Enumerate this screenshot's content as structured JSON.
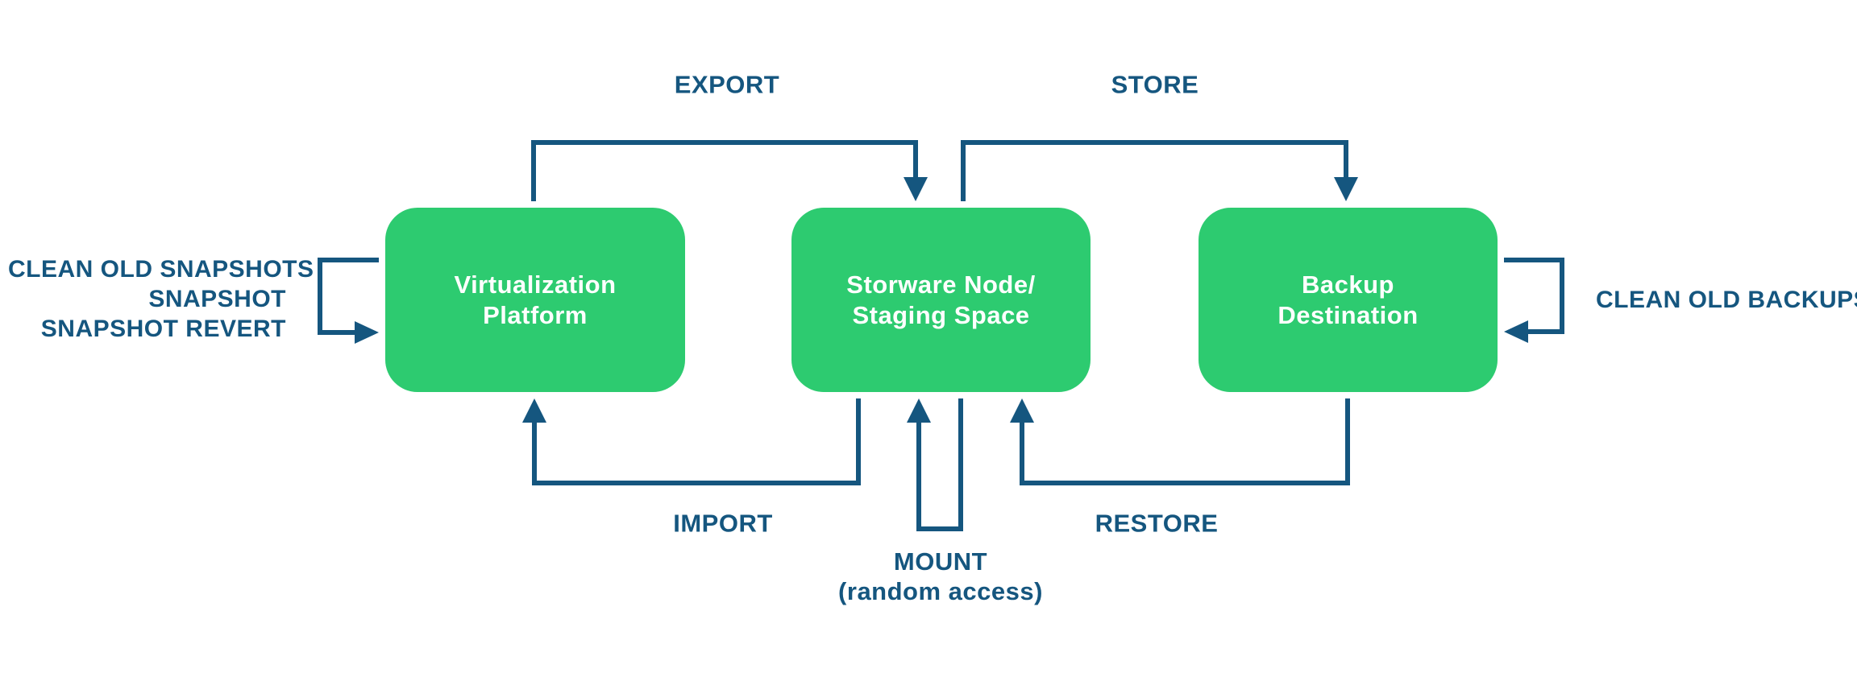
{
  "diagram": {
    "colors": {
      "node_fill": "#2dcb70",
      "node_text": "#ffffff",
      "line": "#15567f",
      "label_text": "#15567f",
      "background": "#ffffff"
    },
    "nodes": [
      {
        "id": "virtualization-platform",
        "line1": "Virtualization",
        "line2": "Platform"
      },
      {
        "id": "storware-node-staging-space",
        "line1": "Storware Node/",
        "line2": "Staging Space"
      },
      {
        "id": "backup-destination",
        "line1": "Backup",
        "line2": "Destination"
      }
    ],
    "edges": {
      "export": {
        "label": "EXPORT",
        "from": "virtualization-platform",
        "to": "storware-node-staging-space"
      },
      "store": {
        "label": "STORE",
        "from": "storware-node-staging-space",
        "to": "backup-destination"
      },
      "import": {
        "label": "IMPORT",
        "from": "storware-node-staging-space",
        "to": "virtualization-platform"
      },
      "restore": {
        "label": "RESTORE",
        "from": "backup-destination",
        "to": "storware-node-staging-space"
      },
      "mount": {
        "label": "MOUNT",
        "sublabel": "(random access)",
        "from": "storware-node-staging-space",
        "to": "storware-node-staging-space"
      },
      "snapshot_loop": {
        "line1": "CLEAN OLD SNAPSHOTS",
        "line2": "SNAPSHOT",
        "line3": "SNAPSHOT REVERT",
        "from": "virtualization-platform",
        "to": "virtualization-platform"
      },
      "backup_cleanup_loop": {
        "label": "CLEAN OLD BACKUPS",
        "from": "backup-destination",
        "to": "backup-destination"
      }
    }
  }
}
